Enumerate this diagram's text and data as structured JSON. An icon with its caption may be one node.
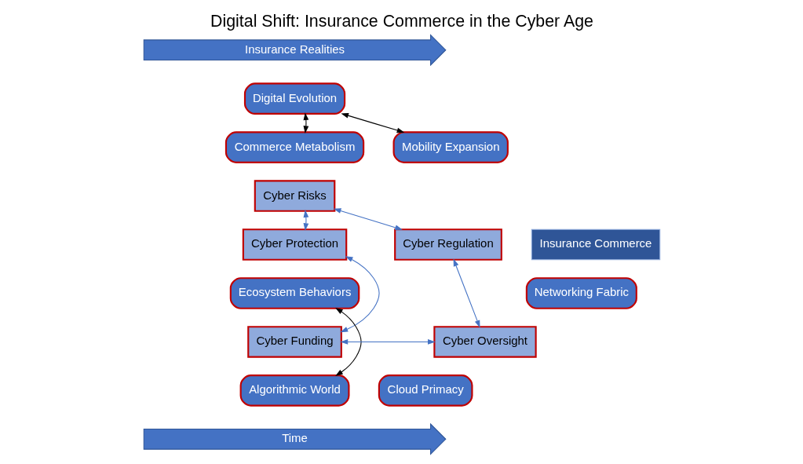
{
  "diagram": {
    "title": "Digital Shift: Insurance Commerce in the Cyber Age",
    "nodes": [
      {
        "text": [
          "Insurance Realities"
        ]
      },
      {
        "text": [
          "Digital Evolution"
        ]
      },
      {
        "text": [
          "Commerce Metabolism"
        ]
      },
      {
        "text": [
          "Mobility Expansion"
        ]
      },
      {
        "text": [
          "Cyber Risks"
        ]
      },
      {
        "text": [
          "Cyber Protection"
        ]
      },
      {
        "text": [
          "Insurance Commerce"
        ]
      },
      {
        "text": [
          "Cyber Regulation"
        ]
      },
      {
        "text": [
          "Ecosystem Behaviors"
        ]
      },
      {
        "text": [
          "Networking Fabric"
        ]
      },
      {
        "text": [
          "Cyber Funding"
        ]
      },
      {
        "text": [
          "Cyber Oversight"
        ]
      },
      {
        "text": [
          "Algorithmic World"
        ]
      },
      {
        "text": [
          "Cloud Primacy"
        ]
      },
      {
        "text": [
          "Time"
        ]
      }
    ],
    "edges": [
      {
        "from": 2,
        "to": 1,
        "arrow": "both",
        "color": "#000000"
      },
      {
        "from": 1,
        "to": 3,
        "arrow": "both",
        "color": "#000000"
      },
      {
        "from": 4,
        "to": 5,
        "arrow": "both"
      },
      {
        "from": 4,
        "to": 7,
        "arrow": "both"
      },
      {
        "from": 5,
        "to": 10,
        "arrow": "both"
      },
      {
        "from": 7,
        "to": 11,
        "arrow": "both"
      },
      {
        "from": 10,
        "to": 11,
        "arrow": "both"
      },
      {
        "from": 8,
        "to": 12,
        "arrow": "both",
        "color": "#000000"
      }
    ]
  }
}
